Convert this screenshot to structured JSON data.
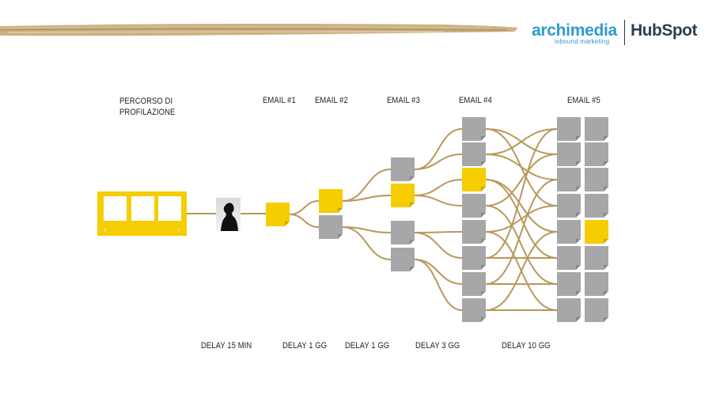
{
  "header": {
    "logo_archimedia": "archimedia",
    "logo_tagline": "inbound marketing",
    "logo_hubspot": "HubSpot"
  },
  "diagram": {
    "profile_label_line1": "PERCORSO DI",
    "profile_label_line2": "PROFILAZIONE",
    "email_labels": [
      "EMAIL #1",
      "EMAIL #2",
      "EMAIL #3",
      "EMAIL #4",
      "EMAIL #5"
    ],
    "delay_labels": [
      "DELAY 15 MIN",
      "DELAY 1 GG",
      "DELAY 1 GG",
      "DELAY 3 GG",
      "DELAY 10 GG"
    ],
    "carousel_arrows": [
      "‹",
      "›"
    ]
  },
  "colors": {
    "highlight": "#f5cd00",
    "node_gray": "#a7a7a9",
    "connector": "#b8985a",
    "brush_stroke": "#b59a63"
  }
}
